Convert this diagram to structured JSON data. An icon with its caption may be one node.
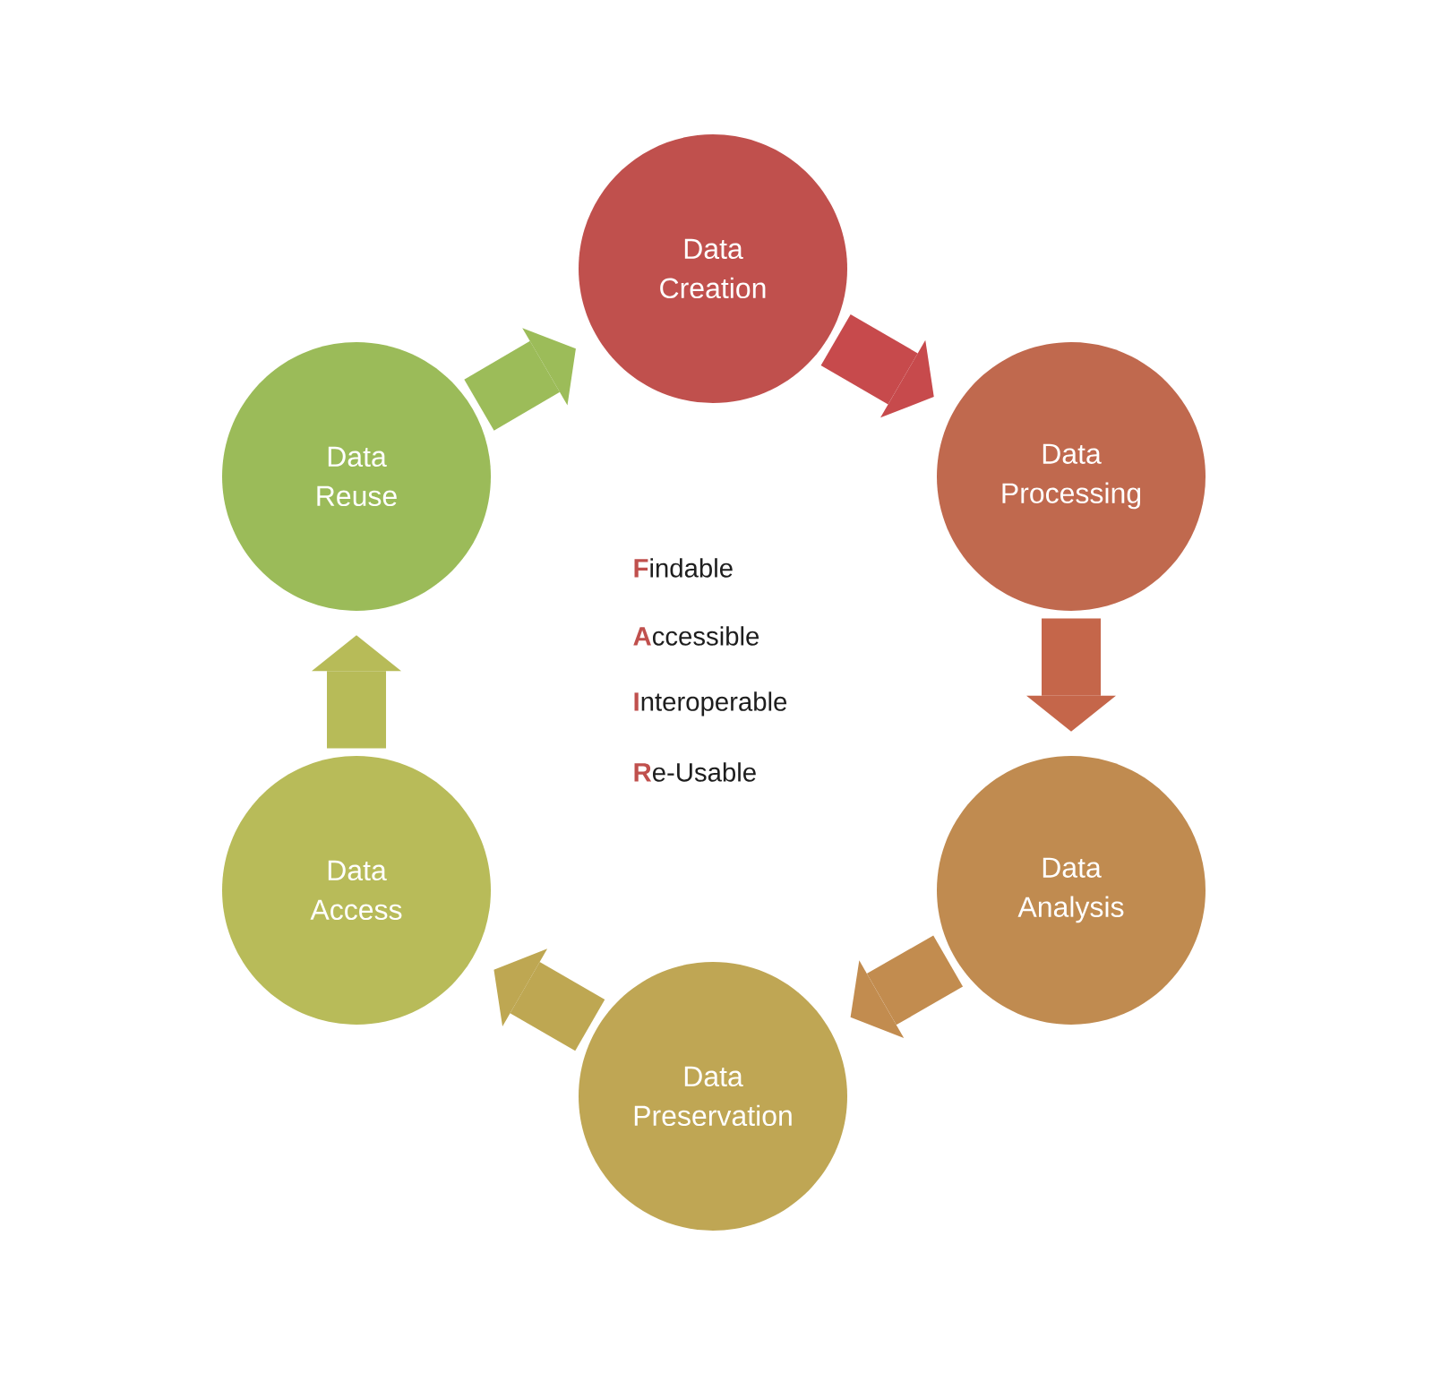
{
  "diagram": {
    "nodes": [
      {
        "text": [
          "Data Creation"
        ]
      },
      {
        "text": [
          "Data Processing"
        ]
      },
      {
        "text": [
          "Data Analysis"
        ]
      },
      {
        "text": [
          "Data Preservation"
        ]
      },
      {
        "text": [
          "Data Access"
        ]
      },
      {
        "text": [
          "Data Reuse"
        ]
      }
    ],
    "edges": [
      {
        "from": 0,
        "to": 1,
        "arrow": "to",
        "color": "#c74a4c"
      },
      {
        "from": 1,
        "to": 2,
        "arrow": "to",
        "color": "#c5664a"
      },
      {
        "from": 2,
        "to": 3,
        "arrow": "to",
        "color": "#c28c4f"
      },
      {
        "from": 3,
        "to": 4,
        "arrow": "to",
        "color": "#bea752"
      },
      {
        "from": 4,
        "to": 5,
        "arrow": "to",
        "color": "#b7bb58"
      },
      {
        "from": 5,
        "to": 0,
        "arrow": "to",
        "color": "#9cbc59"
      }
    ],
    "labels": [
      "**F**indable",
      "**A**ccessible",
      "**I**nteroperable",
      "**R**e-Usable"
    ]
  }
}
